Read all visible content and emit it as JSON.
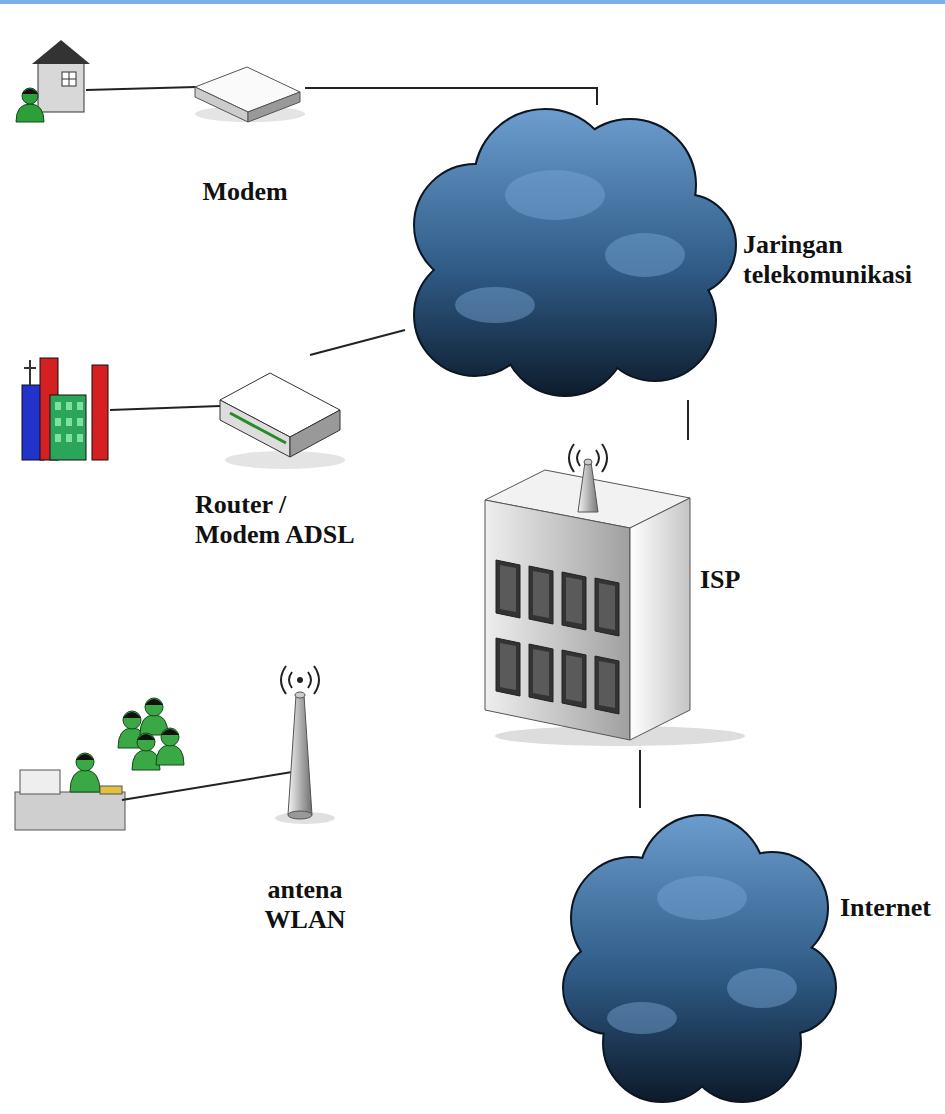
{
  "diagram": {
    "nodes": [
      {
        "text": [
          "Modem"
        ]
      },
      {
        "text": [
          "Jaringan telekomunikasi"
        ]
      },
      {
        "text": [
          "Router / Modem ADSL"
        ]
      },
      {
        "text": [
          "ISP"
        ]
      },
      {
        "text": [
          "antena WLAN"
        ]
      },
      {
        "text": [
          "Internet"
        ]
      }
    ],
    "edges": [
      {
        "from": 0,
        "to": 1,
        "arrow": "none"
      },
      {
        "from": 2,
        "to": 1,
        "arrow": "none"
      },
      {
        "from": 1,
        "to": 3,
        "arrow": "none"
      },
      {
        "from": 3,
        "to": 5,
        "arrow": "none"
      }
    ]
  }
}
